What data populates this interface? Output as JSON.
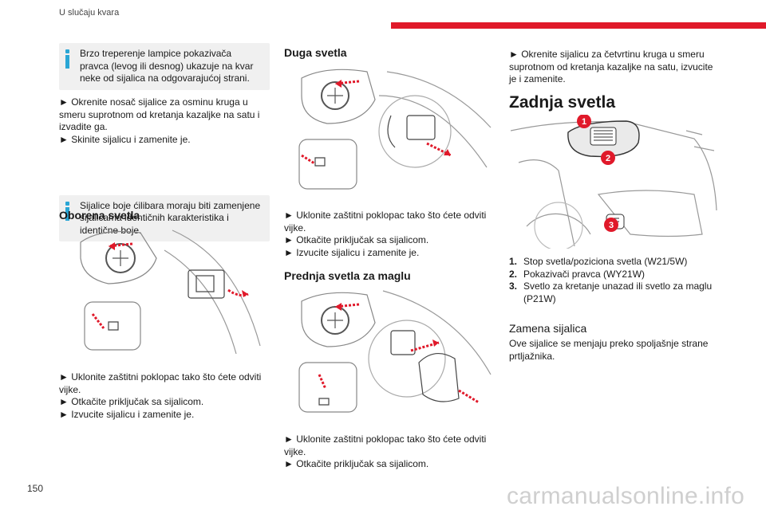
{
  "header": {
    "title": "U slučaju kvara"
  },
  "footer": {
    "page_number": "150",
    "watermark": "carmanualsonline.info"
  },
  "colors": {
    "accent_red": "#e0192a",
    "info_blue": "#2aa6d5",
    "note_bg": "#f0f0f0"
  },
  "left": {
    "note1": "Brzo treperenje lampice pokazivača pravca (levog ili desnog) ukazuje na kvar neke od sijalica na odgovarajućoj strani.",
    "step1": "► Okrenite nosač sijalice za osminu kruga u smeru suprotnom od kretanja kazaljke na satu i izvadite ga.",
    "step2": "► Skinite sijalicu i zamenite je.",
    "note2": "Sijalice boje ćilibara moraju biti zamenjene sijalicama identičnih karakteristika i identične boje.",
    "heading": "Oborena svetla",
    "steps": [
      "► Uklonite zaštitni poklopac tako što ćete odviti vijke.",
      "► Otkačite priključak sa sijalicom.",
      "► Izvucite sijalicu i zamenite je."
    ]
  },
  "middle": {
    "heading1": "Duga svetla",
    "steps1": [
      "► Uklonite zaštitni poklopac tako što ćete odviti vijke.",
      "► Otkačite priključak sa sijalicom.",
      "► Izvucite sijalicu i zamenite je."
    ],
    "heading2": "Prednja svetla za maglu",
    "steps2": [
      "► Uklonite zaštitni poklopac tako što ćete odviti vijke.",
      "► Otkačite priključak sa sijalicom."
    ]
  },
  "right": {
    "intro": "► Okrenite sijalicu za četvrtinu kruga u smeru suprotnom od kretanja kazaljke na satu, izvucite je i zamenite.",
    "heading": "Zadnja svetla",
    "callouts": [
      "1",
      "2",
      "3"
    ],
    "list": [
      {
        "num": "1.",
        "text": "Stop svetla/poziciona svetla (W21/5W)"
      },
      {
        "num": "2.",
        "text": "Pokazivači pravca (WY21W)"
      },
      {
        "num": "3.",
        "text": "Svetlo za kretanje unazad ili svetlo za maglu (P21W)"
      }
    ],
    "subheading": "Zamena sijalica",
    "para": "Ove sijalice se menjaju preko spoljašnje strane prtljažnika."
  }
}
